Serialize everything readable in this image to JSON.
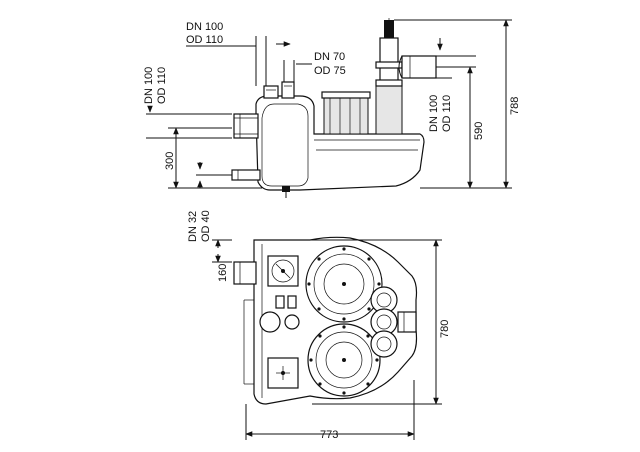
{
  "labels": {
    "inlet_top_dn": "DN 100",
    "inlet_top_od": "OD 110",
    "vent_dn": "DN 70",
    "vent_od": "OD 75",
    "inlet_side_dn": "DN 100",
    "inlet_side_od": "OD 110",
    "outlet_dn": "DN 100",
    "outlet_od": "OD 110",
    "drain_dn": "DN 32",
    "drain_od": "OD 40"
  },
  "dimensions": {
    "inlet_height": "300",
    "outlet_height": "590",
    "total_height": "788",
    "depth": "780",
    "width": "773",
    "inlet_offset": "160"
  }
}
